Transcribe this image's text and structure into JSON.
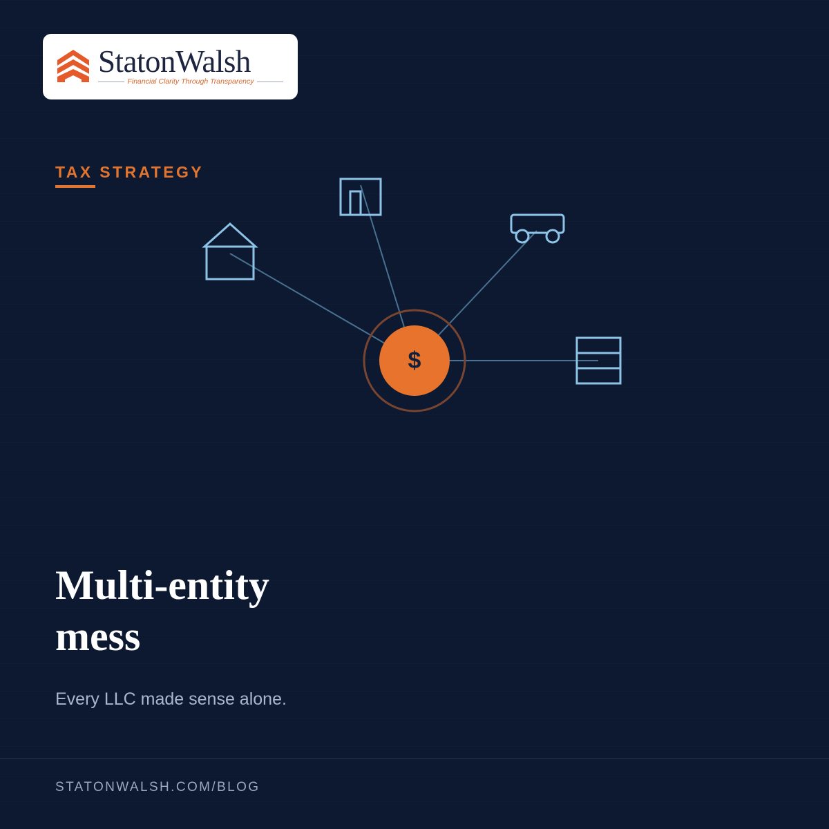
{
  "brand": {
    "name": "StatonWalsh",
    "tagline": "Financial Clarity Through Transparency",
    "logo_icon": "stacked-chevrons-logo-icon",
    "accent_color": "#e3742e"
  },
  "category": {
    "label": "TAX STRATEGY"
  },
  "diagram": {
    "hub": {
      "symbol": "$",
      "icon": "dollar-coin-icon",
      "color": "#e8732d"
    },
    "entities": [
      {
        "icon": "house-icon"
      },
      {
        "icon": "storefront-icon"
      },
      {
        "icon": "vehicle-icon"
      },
      {
        "icon": "filing-cabinet-icon"
      }
    ],
    "line_color": "#8ec3e8"
  },
  "headline": {
    "line1": "Multi-entity",
    "line2": "mess"
  },
  "subtext": "Every LLC made sense alone.",
  "footer": {
    "url": "STATONWALSH.COM/BLOG"
  },
  "colors": {
    "background": "#0d1930",
    "text_primary": "#ffffff",
    "text_muted": "#a9b6cc"
  }
}
